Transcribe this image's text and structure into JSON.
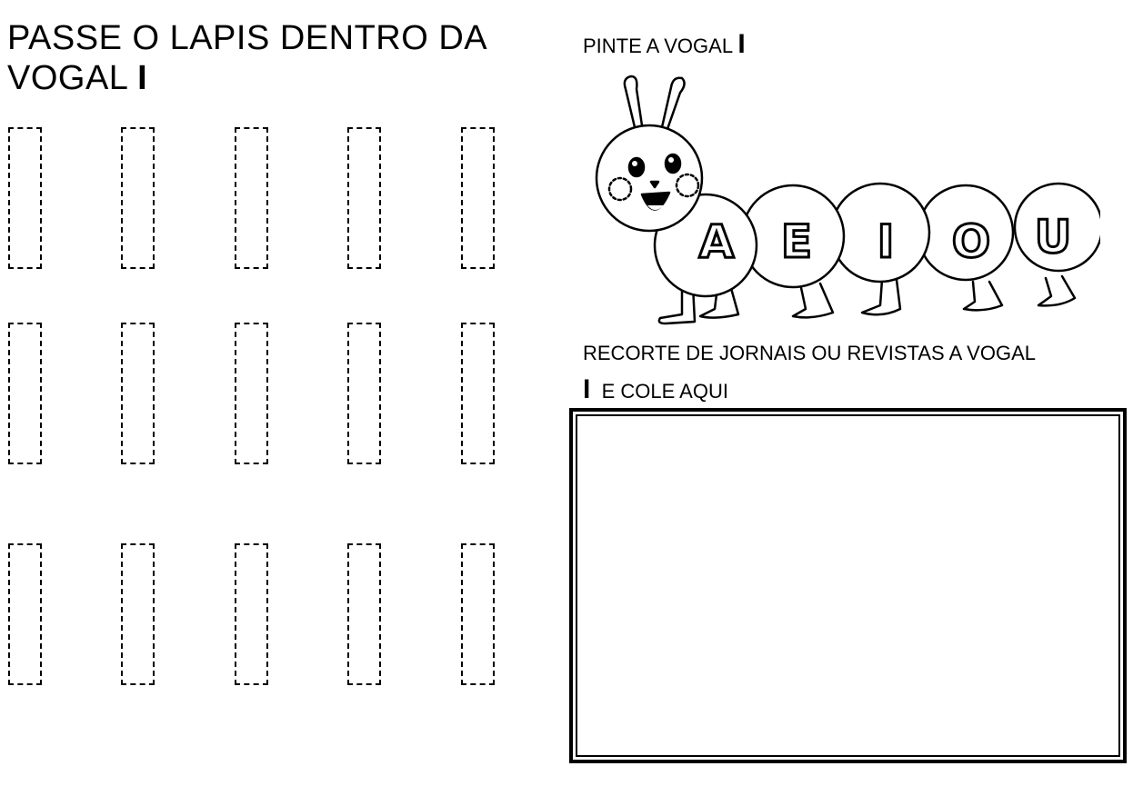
{
  "title": {
    "line1": "PASSE O LAPIS DENTRO DA",
    "line2": "VOGAL",
    "letter": "I"
  },
  "paint": {
    "text": "PINTE A VOGAL",
    "letter": "I"
  },
  "caterpillar": {
    "letters": [
      "A",
      "E",
      "I",
      "O",
      "U"
    ]
  },
  "cutout": {
    "line1": "RECORTE DE JORNAIS OU REVISTAS A VOGAL",
    "letter": "I",
    "line2": "E COLE AQUI"
  }
}
